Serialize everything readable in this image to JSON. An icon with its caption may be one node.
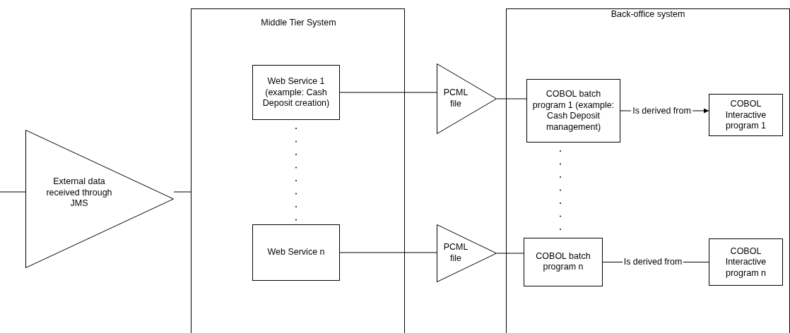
{
  "diagram": {
    "nodes": [
      {
        "text": [
          "External data received through JMS"
        ]
      },
      {
        "text": [
          "Middle Tier System"
        ]
      },
      {
        "text": [
          "Web Service 1 (example: Cash Deposit creation)"
        ],
        "in": 1
      },
      {
        "text": [
          "Web Service n"
        ],
        "in": 1
      },
      {
        "text": [
          "PCML file"
        ]
      },
      {
        "text": [
          "PCML file"
        ]
      },
      {
        "text": [
          "Back-office system"
        ]
      },
      {
        "text": [
          "COBOL batch program 1 (example: Cash Deposit management)"
        ],
        "in": 6
      },
      {
        "text": [
          "COBOL batch program n"
        ],
        "in": 6
      },
      {
        "text": [
          "COBOL Interactive program 1"
        ],
        "in": 6
      },
      {
        "text": [
          "COBOL Interactive program n"
        ],
        "in": 6
      }
    ],
    "edges": [
      {
        "from": null,
        "to": 0,
        "arrow": "none"
      },
      {
        "from": 0,
        "to": 1,
        "arrow": "none"
      },
      {
        "from": 2,
        "to": 4,
        "arrow": "none"
      },
      {
        "from": 4,
        "to": 7,
        "arrow": "none"
      },
      {
        "from": 7,
        "to": 9,
        "arrow": "to",
        "label": "Is derived from"
      },
      {
        "from": 3,
        "to": 5,
        "arrow": "none"
      },
      {
        "from": 5,
        "to": 8,
        "arrow": "none"
      },
      {
        "from": 8,
        "to": 10,
        "arrow": "none",
        "label": "Is derived from"
      }
    ]
  }
}
